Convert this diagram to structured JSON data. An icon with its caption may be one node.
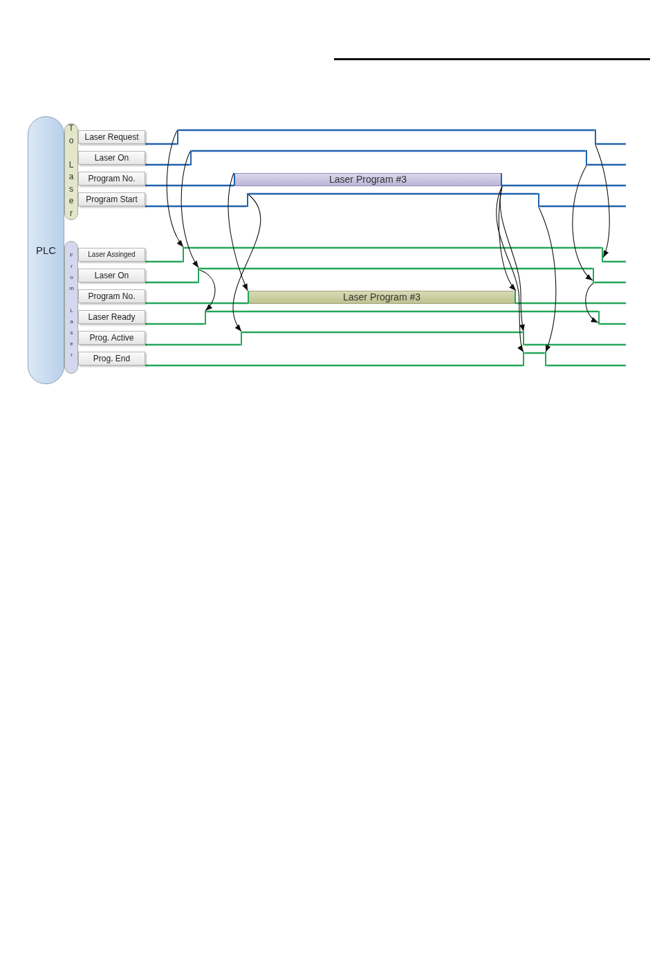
{
  "diagram": {
    "nodes": [
      {
        "text": [
          "PLC"
        ]
      },
      {
        "text": [
          "To Laser"
        ]
      },
      {
        "text": [
          "Laser Request"
        ]
      },
      {
        "text": [],
        "shape": "line"
      },
      {
        "text": [],
        "shape": "line"
      },
      {
        "text": [
          "Laser On"
        ]
      },
      {
        "text": [],
        "shape": "line"
      },
      {
        "text": [],
        "shape": "line"
      },
      {
        "text": [
          "Program No."
        ]
      },
      {
        "text": [
          "Laser Program #3"
        ]
      },
      {
        "text": [
          "Program Start"
        ]
      },
      {
        "text": [],
        "shape": "line"
      },
      {
        "text": [],
        "shape": "line"
      },
      {
        "text": [
          "From Laser"
        ]
      },
      {
        "text": [
          "Laser Assinged"
        ]
      },
      {
        "text": [],
        "shape": "line"
      },
      {
        "text": [],
        "shape": "line"
      },
      {
        "text": [
          "Laser On"
        ]
      },
      {
        "text": [],
        "shape": "line"
      },
      {
        "text": [],
        "shape": "line"
      },
      {
        "text": [
          "Program No."
        ]
      },
      {
        "text": [
          "Laser Program #3"
        ]
      },
      {
        "text": [
          "Laser Ready"
        ]
      },
      {
        "text": [],
        "shape": "line"
      },
      {
        "text": [],
        "shape": "line"
      },
      {
        "text": [
          "Prog. Active"
        ]
      },
      {
        "text": [],
        "shape": "line"
      },
      {
        "text": [],
        "shape": "line"
      },
      {
        "text": [
          "Prog. End"
        ]
      },
      {
        "text": [],
        "shape": "line"
      },
      {
        "text": [],
        "shape": "line"
      }
    ],
    "edges": [
      {
        "from": 2,
        "to": 3,
        "arrow": "none",
        "color": "#1f62ad"
      },
      {
        "from": 3,
        "to": 4,
        "arrow": "none",
        "color": "#1f62ad"
      },
      {
        "from": 4,
        "to": null,
        "arrow": "none",
        "color": "#1f62ad"
      },
      {
        "from": 5,
        "to": 6,
        "arrow": "none",
        "color": "#1f62ad"
      },
      {
        "from": 6,
        "to": 7,
        "arrow": "none",
        "color": "#1f62ad"
      },
      {
        "from": 7,
        "to": null,
        "arrow": "none",
        "color": "#1f62ad"
      },
      {
        "from": 8,
        "to": 9,
        "arrow": "none",
        "color": "#1f62ad"
      },
      {
        "from": 9,
        "to": null,
        "arrow": "none",
        "color": "#1f62ad"
      },
      {
        "from": 10,
        "to": 11,
        "arrow": "none",
        "color": "#1f62ad"
      },
      {
        "from": 11,
        "to": 12,
        "arrow": "none",
        "color": "#1f62ad"
      },
      {
        "from": 12,
        "to": null,
        "arrow": "none",
        "color": "#1f62ad"
      },
      {
        "from": 14,
        "to": 15,
        "arrow": "none",
        "color": "#22a658"
      },
      {
        "from": 15,
        "to": 16,
        "arrow": "none",
        "color": "#22a658"
      },
      {
        "from": 16,
        "to": null,
        "arrow": "none",
        "color": "#22a658"
      },
      {
        "from": 17,
        "to": 18,
        "arrow": "none",
        "color": "#22a658"
      },
      {
        "from": 18,
        "to": 19,
        "arrow": "none",
        "color": "#22a658"
      },
      {
        "from": 19,
        "to": null,
        "arrow": "none",
        "color": "#22a658"
      },
      {
        "from": 20,
        "to": 21,
        "arrow": "none",
        "color": "#22a658"
      },
      {
        "from": 21,
        "to": null,
        "arrow": "none",
        "color": "#22a658"
      },
      {
        "from": 22,
        "to": 23,
        "arrow": "none",
        "color": "#22a658"
      },
      {
        "from": 23,
        "to": 24,
        "arrow": "none",
        "color": "#22a658"
      },
      {
        "from": 24,
        "to": null,
        "arrow": "none",
        "color": "#22a658"
      },
      {
        "from": 25,
        "to": 26,
        "arrow": "none",
        "color": "#22a658"
      },
      {
        "from": 26,
        "to": 27,
        "arrow": "none",
        "color": "#22a658"
      },
      {
        "from": 27,
        "to": null,
        "arrow": "none",
        "color": "#22a658"
      },
      {
        "from": 28,
        "to": 29,
        "arrow": "none",
        "color": "#22a658"
      },
      {
        "from": 29,
        "to": 30,
        "arrow": "none",
        "color": "#22a658"
      },
      {
        "from": 30,
        "to": null,
        "arrow": "none",
        "color": "#22a658"
      },
      {
        "from": 3,
        "to": 15,
        "arrow": "to",
        "color": "#111111"
      },
      {
        "from": 6,
        "to": 18,
        "arrow": "to",
        "color": "#111111"
      },
      {
        "from": 18,
        "to": 23,
        "arrow": "to",
        "color": "#111111"
      },
      {
        "from": 9,
        "to": 21,
        "arrow": "to",
        "color": "#111111"
      },
      {
        "from": 11,
        "to": 26,
        "arrow": "to",
        "color": "#111111"
      },
      {
        "from": 9,
        "to": 21,
        "arrow": "to",
        "color": "#111111"
      },
      {
        "from": 9,
        "to": 27,
        "arrow": "to",
        "color": "#111111"
      },
      {
        "from": 9,
        "to": 29,
        "arrow": "to",
        "color": "#111111"
      },
      {
        "from": 12,
        "to": 30,
        "arrow": "to",
        "color": "#111111"
      },
      {
        "from": 7,
        "to": 19,
        "arrow": "to",
        "color": "#111111"
      },
      {
        "from": 4,
        "to": 16,
        "arrow": "to",
        "color": "#111111"
      },
      {
        "from": 19,
        "to": 24,
        "arrow": "to",
        "color": "#111111"
      }
    ]
  }
}
